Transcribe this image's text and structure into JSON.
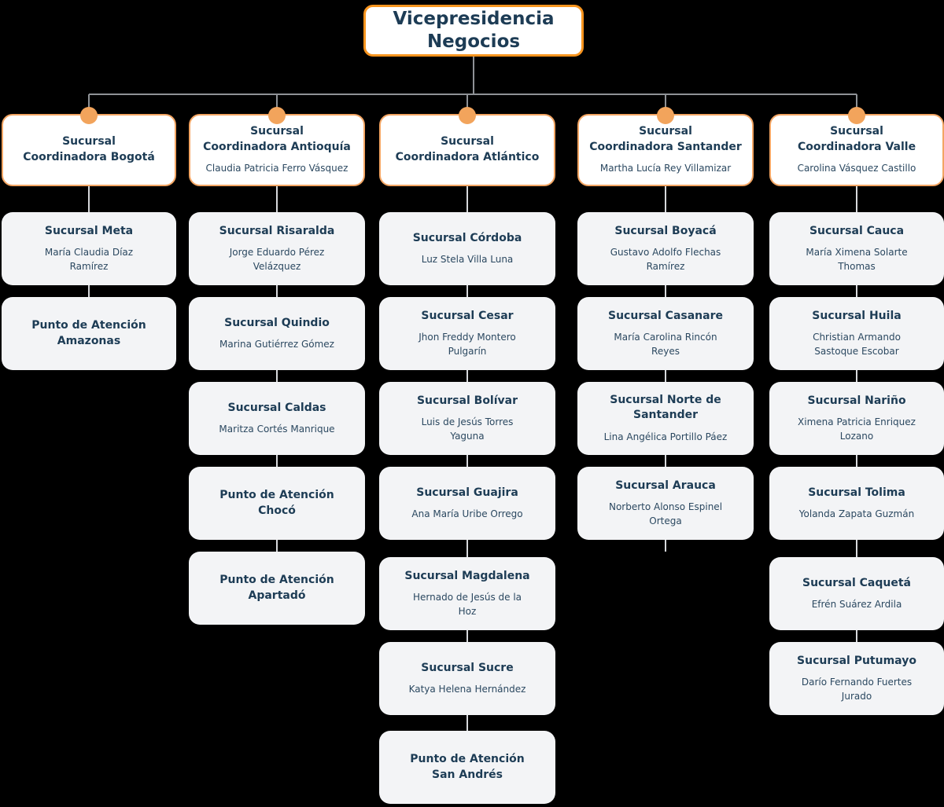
{
  "root": {
    "title": "Vicepresidencia\nNegocios"
  },
  "colors": {
    "root_border_orange": "#F7941E",
    "branch_border_orange": "#F3A563",
    "dot_orange": "#F2A45C",
    "navy_text": "#1D3C55",
    "child_box_bg": "#F3F4F6",
    "connector_gray": "#8f9296"
  },
  "columns": [
    {
      "title": "Sucursal\nCoordinadora Bogotá",
      "name": "",
      "children": [
        {
          "title": "Sucursal  Meta",
          "name": "María Claudia Díaz\nRamírez"
        },
        {
          "title": "Punto de Atención\nAmazonas",
          "name": ""
        }
      ]
    },
    {
      "title": "Sucursal\nCoordinadora Antioquía",
      "name": "Claudia Patricia Ferro Vásquez",
      "children": [
        {
          "title": "Sucursal Risaralda",
          "name": "Jorge Eduardo Pérez\nVelázquez"
        },
        {
          "title": "Sucursal Quindio",
          "name": "Marina Gutiérrez Gómez"
        },
        {
          "title": "Sucursal Caldas",
          "name": "Maritza Cortés Manrique"
        },
        {
          "title": "Punto de Atención\nChocó",
          "name": ""
        },
        {
          "title": "Punto de Atención\nApartadó",
          "name": ""
        }
      ]
    },
    {
      "title": "Sucursal\nCoordinadora Atlántico",
      "name": "",
      "children": [
        {
          "title": "Sucursal  Córdoba",
          "name": "Luz Stela Villa Luna"
        },
        {
          "title": "Sucursal Cesar",
          "name": "Jhon Freddy Montero\nPulgarín"
        },
        {
          "title": "Sucursal Bolívar",
          "name": "Luis de Jesús Torres\nYaguna"
        },
        {
          "title": "Sucursal Guajira",
          "name": "Ana María Uribe Orrego"
        },
        {
          "title": "Sucursal Magdalena",
          "name": "Hernado de Jesús de la\nHoz"
        },
        {
          "title": "Sucursal Sucre",
          "name": "Katya Helena Hernández"
        },
        {
          "title": "Punto de Atención\nSan Andrés",
          "name": ""
        }
      ]
    },
    {
      "title": "Sucursal\nCoordinadora Santander",
      "name": "Martha Lucía Rey Villamizar",
      "children": [
        {
          "title": "Sucursal Boyacá",
          "name": "Gustavo Adolfo Flechas\nRamírez"
        },
        {
          "title": "Sucursal Casanare",
          "name": "María Carolina Rincón\nReyes"
        },
        {
          "title": "Sucursal Norte de\nSantander",
          "name": "Lina Angélica Portillo Páez"
        },
        {
          "title": "Sucursal Arauca",
          "name": "Norberto Alonso Espinel\nOrtega"
        }
      ]
    },
    {
      "title": "Sucursal\nCoordinadora Valle",
      "name": "Carolina Vásquez Castillo",
      "children": [
        {
          "title": "Sucursal Cauca",
          "name": "María Ximena Solarte\nThomas"
        },
        {
          "title": "Sucursal Huila",
          "name": "Christian Armando\nSastoque Escobar"
        },
        {
          "title": "Sucursal Nariño",
          "name": "Ximena Patricia Enriquez\nLozano"
        },
        {
          "title": "Sucursal Tolima",
          "name": "Yolanda Zapata Guzmán"
        },
        {
          "title": "Sucursal Caquetá",
          "name": "Efrén Suárez Ardila"
        },
        {
          "title": "Sucursal Putumayo",
          "name": "Darío Fernando Fuertes\nJurado"
        }
      ]
    }
  ]
}
